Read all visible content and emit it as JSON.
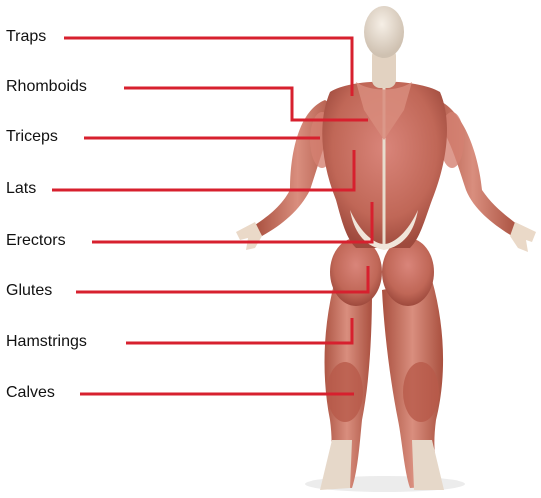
{
  "diagram": {
    "labels": [
      {
        "id": "traps",
        "text": "Traps"
      },
      {
        "id": "rhomboids",
        "text": "Rhomboids"
      },
      {
        "id": "triceps",
        "text": "Triceps"
      },
      {
        "id": "lats",
        "text": "Lats"
      },
      {
        "id": "erectors",
        "text": "Erectors"
      },
      {
        "id": "glutes",
        "text": "Glutes"
      },
      {
        "id": "hamstrings",
        "text": "Hamstrings"
      },
      {
        "id": "calves",
        "text": "Calves"
      }
    ],
    "colors": {
      "leader_line": "#d7202e",
      "muscle": "#c9705f",
      "muscle_dark": "#a84c3f",
      "skin": "#e9ddd0",
      "tendon": "#f1e7dc"
    }
  }
}
